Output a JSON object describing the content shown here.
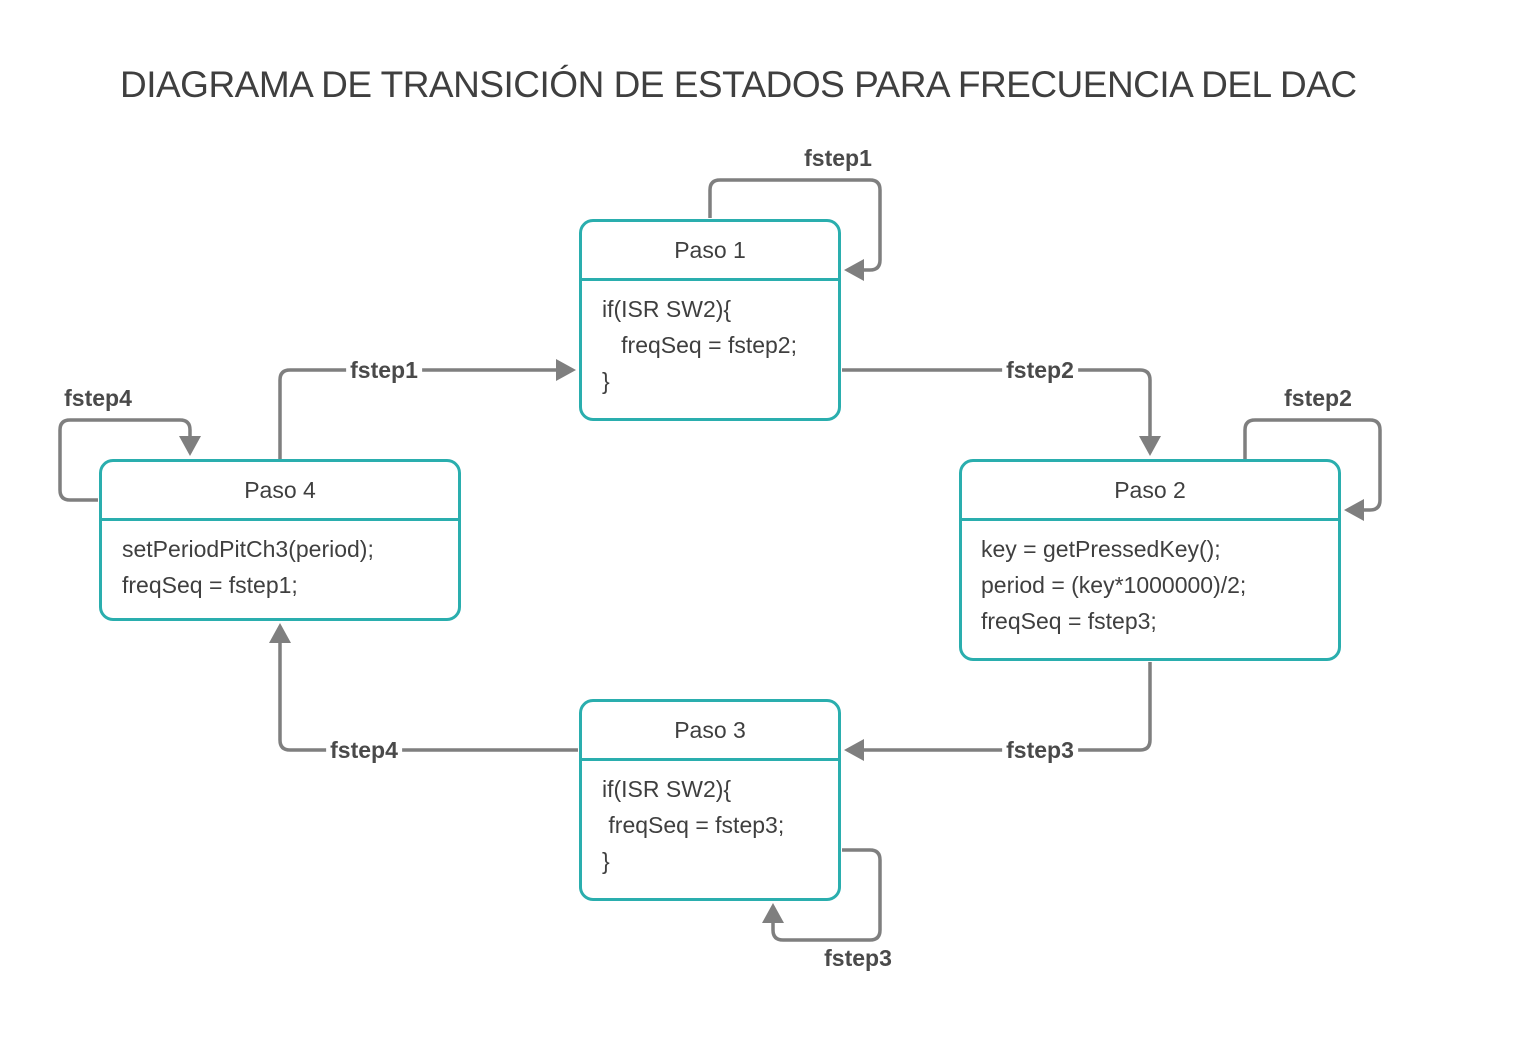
{
  "title": "DIAGRAMA DE TRANSICIÓN DE ESTADOS PARA FRECUENCIA DEL DAC",
  "colors": {
    "state_border": "#2aaeae",
    "arrow": "#7f7f7f",
    "text": "#3f3f3f"
  },
  "states": {
    "paso1": {
      "name": "Paso 1",
      "body": [
        "if(ISR SW2){",
        "   freqSeq = fstep2;",
        "}"
      ]
    },
    "paso2": {
      "name": "Paso 2",
      "body": [
        "key = getPressedKey();",
        "period = (key*1000000)/2;",
        "freqSeq = fstep3;"
      ]
    },
    "paso3": {
      "name": "Paso 3",
      "body": [
        "if(ISR SW2){",
        " freqSeq = fstep3;",
        "}"
      ]
    },
    "paso4": {
      "name": "Paso 4",
      "body": [
        "setPeriodPitCh3(period);",
        "freqSeq = fstep1;"
      ]
    }
  },
  "transitions": {
    "p1_loop": "fstep1",
    "p2_loop": "fstep2",
    "p3_loop": "fstep3",
    "p4_loop": "fstep4",
    "p1_to_p2": "fstep2",
    "p2_to_p3": "fstep3",
    "p3_to_p4": "fstep4",
    "p4_to_p1": "fstep1"
  }
}
